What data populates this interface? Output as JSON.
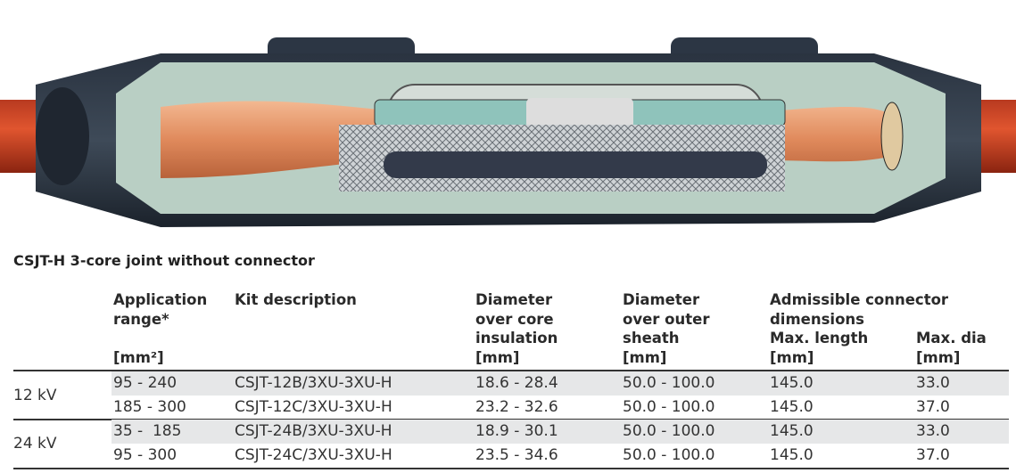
{
  "title": "CSJT-H 3-core joint without connector",
  "headers": {
    "application_range": [
      "Application",
      "range*",
      "",
      "[mm²]"
    ],
    "kit_description": "Kit description",
    "diam_core": [
      "Diameter",
      "over core",
      "insulation",
      "[mm]"
    ],
    "diam_sheath": [
      "Diameter",
      "over outer",
      "sheath",
      "[mm]"
    ],
    "connector": [
      "Admissible connector",
      "dimensions"
    ],
    "max_length": [
      "Max. length",
      "[mm]"
    ],
    "max_dia": [
      "Max. dia",
      "[mm]"
    ]
  },
  "groups": [
    {
      "voltage": "12 kV",
      "rows": [
        {
          "range": "95 - 240",
          "kit": "CSJT-12B/3XU-3XU-H",
          "core": "18.6 - 28.4",
          "sheath": "50.0 - 100.0",
          "len": "145.0",
          "dia": "33.0"
        },
        {
          "range": "185 - 300",
          "kit": "CSJT-12C/3XU-3XU-H",
          "core": "23.2 - 32.6",
          "sheath": "50.0 - 100.0",
          "len": "145.0",
          "dia": "37.0"
        }
      ]
    },
    {
      "voltage": "24 kV",
      "rows": [
        {
          "range": "35 -  185",
          "kit": "CSJT-24B/3XU-3XU-H",
          "core": "18.9 - 30.1",
          "sheath": "50.0 - 100.0",
          "len": "145.0",
          "dia": "33.0"
        },
        {
          "range": "95 - 300",
          "kit": "CSJT-24C/3XU-3XU-H",
          "core": "23.5 - 34.6",
          "sheath": "50.0 - 100.0",
          "len": "145.0",
          "dia": "37.0"
        }
      ]
    }
  ]
}
